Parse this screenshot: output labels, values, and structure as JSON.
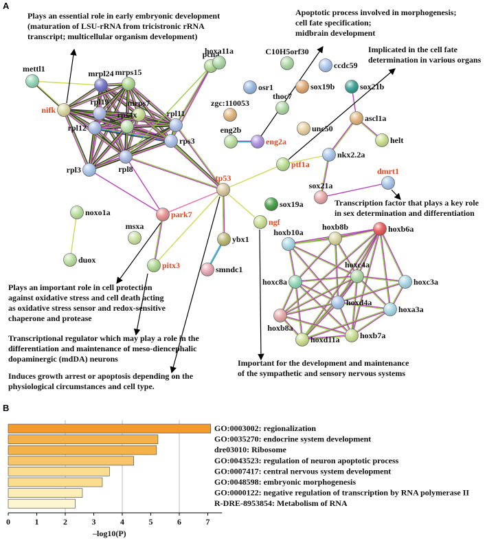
{
  "panel_a": {
    "label": "A",
    "nodes": [
      {
        "id": "mettl1",
        "label": "mettl1",
        "hl": false,
        "color": "#8fd6b4"
      },
      {
        "id": "nifk",
        "label": "nifk",
        "hl": true,
        "color": "#d8d39a"
      },
      {
        "id": "mrpl24",
        "label": "mrpl24",
        "hl": false,
        "color": "#6a6fc4"
      },
      {
        "id": "mrps15",
        "label": "mrps15",
        "hl": false,
        "color": "#a9d68a"
      },
      {
        "id": "rpl19",
        "label": "rpl19",
        "hl": false,
        "color": "#aab7e6"
      },
      {
        "id": "mrps7",
        "label": "mrps7",
        "hl": false,
        "color": "#c8de8a"
      },
      {
        "id": "rpl12",
        "label": "rpl12",
        "hl": false,
        "color": "#a3b6e2"
      },
      {
        "id": "rps4x",
        "label": "rps4x",
        "hl": false,
        "color": "#b7e0a6"
      },
      {
        "id": "rpl11",
        "label": "rpl11",
        "hl": false,
        "color": "#a9bde8"
      },
      {
        "id": "rps3",
        "label": "rps3",
        "hl": false,
        "color": "#a9bde8"
      },
      {
        "id": "rpl3",
        "label": "rpl3",
        "hl": false,
        "color": "#a3c2ea"
      },
      {
        "id": "rpl8",
        "label": "rpl8",
        "hl": false,
        "color": "#a3b6e2"
      },
      {
        "id": "pcna",
        "label": "pcna",
        "hl": false,
        "color": "#a9d68a"
      },
      {
        "id": "noxo1a",
        "label": "noxo1a",
        "hl": false,
        "color": "#b6de9a"
      },
      {
        "id": "park7",
        "label": "park7",
        "hl": true,
        "color": "#e68b8b"
      },
      {
        "id": "duox",
        "label": "duox",
        "hl": false,
        "color": "#b6de9a"
      },
      {
        "id": "msxa",
        "label": "msxa",
        "hl": false,
        "color": "#c8de9a"
      },
      {
        "id": "pitx3",
        "label": "pitx3",
        "hl": true,
        "color": "#a9d68a"
      },
      {
        "id": "hoxa11a",
        "label": "hoxa11a",
        "hl": false,
        "color": "#a9d6a0"
      },
      {
        "id": "c10h5orf30",
        "label": "C10H5orf30",
        "hl": false,
        "color": "#a9d6a0"
      },
      {
        "id": "ccdc59",
        "label": "ccdc59",
        "hl": false,
        "color": "#a3c2ea"
      },
      {
        "id": "osr1",
        "label": "osr1",
        "hl": false,
        "color": "#8fb4e2"
      },
      {
        "id": "sox19b",
        "label": "sox19b",
        "hl": false,
        "color": "#e0a36a"
      },
      {
        "id": "sox21b",
        "label": "sox21b",
        "hl": false,
        "color": "#2e9a8e"
      },
      {
        "id": "thoc7",
        "label": "thoc7",
        "hl": false,
        "color": "#a9d6a0"
      },
      {
        "id": "zgc110053",
        "label": "zgc:110053",
        "hl": false,
        "color": "#e0b074"
      },
      {
        "id": "ascl1a",
        "label": "ascl1a",
        "hl": false,
        "color": "#e0b074"
      },
      {
        "id": "eng2a",
        "label": "eng2a",
        "hl": true,
        "color": "#a98be0"
      },
      {
        "id": "eng2b",
        "label": "eng2b",
        "hl": false,
        "color": "#b6de9a"
      },
      {
        "id": "unc50",
        "label": "unc50",
        "hl": false,
        "color": "#e6cf9a"
      },
      {
        "id": "helt",
        "label": "helt",
        "hl": false,
        "color": "#c8de8a"
      },
      {
        "id": "ptf1a",
        "label": "ptf1a",
        "hl": true,
        "color": "#b6de8a"
      },
      {
        "id": "nkx22a",
        "label": "nkx2.2a",
        "hl": false,
        "color": "#a3c2ea"
      },
      {
        "id": "tp53",
        "label": "tp53",
        "hl": true,
        "color": "#d8c39a"
      },
      {
        "id": "dmrt1",
        "label": "dmrt1",
        "hl": true,
        "color": "#a3c2ea"
      },
      {
        "id": "sox21a",
        "label": "sox21a",
        "hl": false,
        "color": "#e6a3a3"
      },
      {
        "id": "sox19a",
        "label": "sox19a",
        "hl": false,
        "color": "#3a9a3a"
      },
      {
        "id": "ngf",
        "label": "ngf",
        "hl": true,
        "color": "#c8de8a"
      },
      {
        "id": "ybx1",
        "label": "ybx1",
        "hl": false,
        "color": "#b6b46a"
      },
      {
        "id": "smndc1",
        "label": "smndc1",
        "hl": false,
        "color": "#e6a3b0"
      },
      {
        "id": "hoxb10a",
        "label": "hoxb10a",
        "hl": false,
        "color": "#a3d6e6"
      },
      {
        "id": "hoxb8b",
        "label": "hoxb8b",
        "hl": false,
        "color": "#d8d39a"
      },
      {
        "id": "hoxb6a",
        "label": "hoxb6a",
        "hl": false,
        "color": "#e65050"
      },
      {
        "id": "hoxc8a",
        "label": "hoxc8a",
        "hl": false,
        "color": "#8fd6b4"
      },
      {
        "id": "hoxc4a",
        "label": "hoxc4a",
        "hl": false,
        "color": "#a9d6a0"
      },
      {
        "id": "hoxc3a",
        "label": "hoxc3a",
        "hl": false,
        "color": "#a3d6e6"
      },
      {
        "id": "hoxd4a",
        "label": "hoxd4a",
        "hl": false,
        "color": "#a3c2ea"
      },
      {
        "id": "hoxa3a",
        "label": "hoxa3a",
        "hl": false,
        "color": "#a3d6e6"
      },
      {
        "id": "hoxb8a",
        "label": "hoxb8a",
        "hl": false,
        "color": "#e6a3a3"
      },
      {
        "id": "hoxd11a",
        "label": "hoxd11a",
        "hl": false,
        "color": "#c8de8a"
      },
      {
        "id": "hoxb7a",
        "label": "hoxb7a",
        "hl": false,
        "color": "#c8de8a"
      }
    ],
    "annotations": [
      {
        "id": "nifk-note",
        "lines": [
          "Plays an essential role in early embryonic development",
          "(maturation of LSU-rRNA from tricistronic rRNA",
          "transcript; multicellular organism development)"
        ]
      },
      {
        "id": "eng2a-note",
        "lines": [
          "Apoptotic process involved in morphogenesis;",
          "cell fate specification;",
          "midbrain development"
        ]
      },
      {
        "id": "ptf1a-note",
        "lines": [
          "Implicated in the cell fate",
          "determination in various organs"
        ]
      },
      {
        "id": "dmrt1-note",
        "lines": [
          "Transcription factor that plays a key role",
          "in sex determination and differentiation"
        ]
      },
      {
        "id": "park7-note",
        "lines": [
          "Plays an important role in cell protection",
          "against oxidative stress and cell death acting",
          "as oxidative stress sensor and redox-sensitive",
          "chaperone and protease"
        ]
      },
      {
        "id": "pitx3-note",
        "lines": [
          "Transcriptional regulator which may play a role in the",
          "differentiation and maintenance of meso-diencephalic",
          "dopaminergic (mdDA) neurons"
        ]
      },
      {
        "id": "tp53-note",
        "lines": [
          "Induces growth arrest or apoptosis depending on the",
          "physiological circumstances and cell type."
        ]
      },
      {
        "id": "ngf-note",
        "lines": [
          "Important for the development and maintenance",
          "of the sympathetic and sensory nervous systems"
        ]
      }
    ]
  },
  "panel_b": {
    "label": "B",
    "bar_colors": [
      "#f29a2e",
      "#f6b24a",
      "#f6b24a",
      "#f9c56a",
      "#fcdc8e",
      "#fcdc8e",
      "#fdeeb8",
      "#fef6d0"
    ]
  },
  "chart_data": {
    "type": "bar",
    "orientation": "horizontal",
    "categories": [
      "GO:0003002: regionalization",
      "GO:0035270: endocrine system development",
      "dre03010: Ribosome",
      "GO:0043523: regulation of neuron apoptotic process",
      "GO:0007417: central nervous system development",
      "GO:0048598: embryonic morphogenesis",
      "GO:0000122: negative regulation of transcription by RNA polymerase II",
      "R-DRE-8953854: Metabolism of RNA"
    ],
    "values": [
      7.1,
      5.25,
      5.2,
      4.4,
      3.55,
      3.3,
      2.6,
      2.35
    ],
    "xlabel": "–log10(P)",
    "xlim": [
      0,
      7.5
    ],
    "xticks": [
      0,
      1,
      2,
      3,
      4,
      5,
      6,
      7
    ],
    "grid": true
  }
}
